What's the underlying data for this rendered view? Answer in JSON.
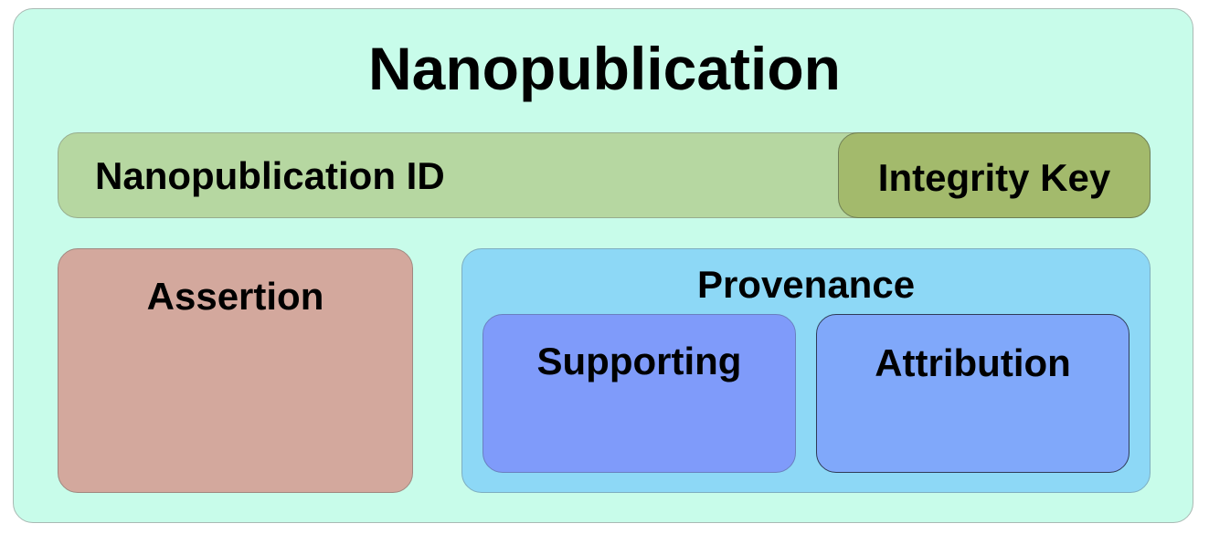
{
  "title": "Nanopublication",
  "id_bar": {
    "label": "Nanopublication ID",
    "integrity_key": "Integrity Key"
  },
  "assertion": {
    "label": "Assertion"
  },
  "provenance": {
    "label": "Provenance",
    "supporting": "Supporting",
    "attribution": "Attribution"
  },
  "colors": {
    "outer_fill": "#c8fcea",
    "id_bar_fill": "#b6d7a1",
    "integrity_key_fill": "#a3ba6c",
    "assertion_fill": "#d3a89d",
    "provenance_fill": "#8dd8f6",
    "supporting_fill": "#7f9bfa",
    "attribution_fill": "#80a8fa"
  }
}
